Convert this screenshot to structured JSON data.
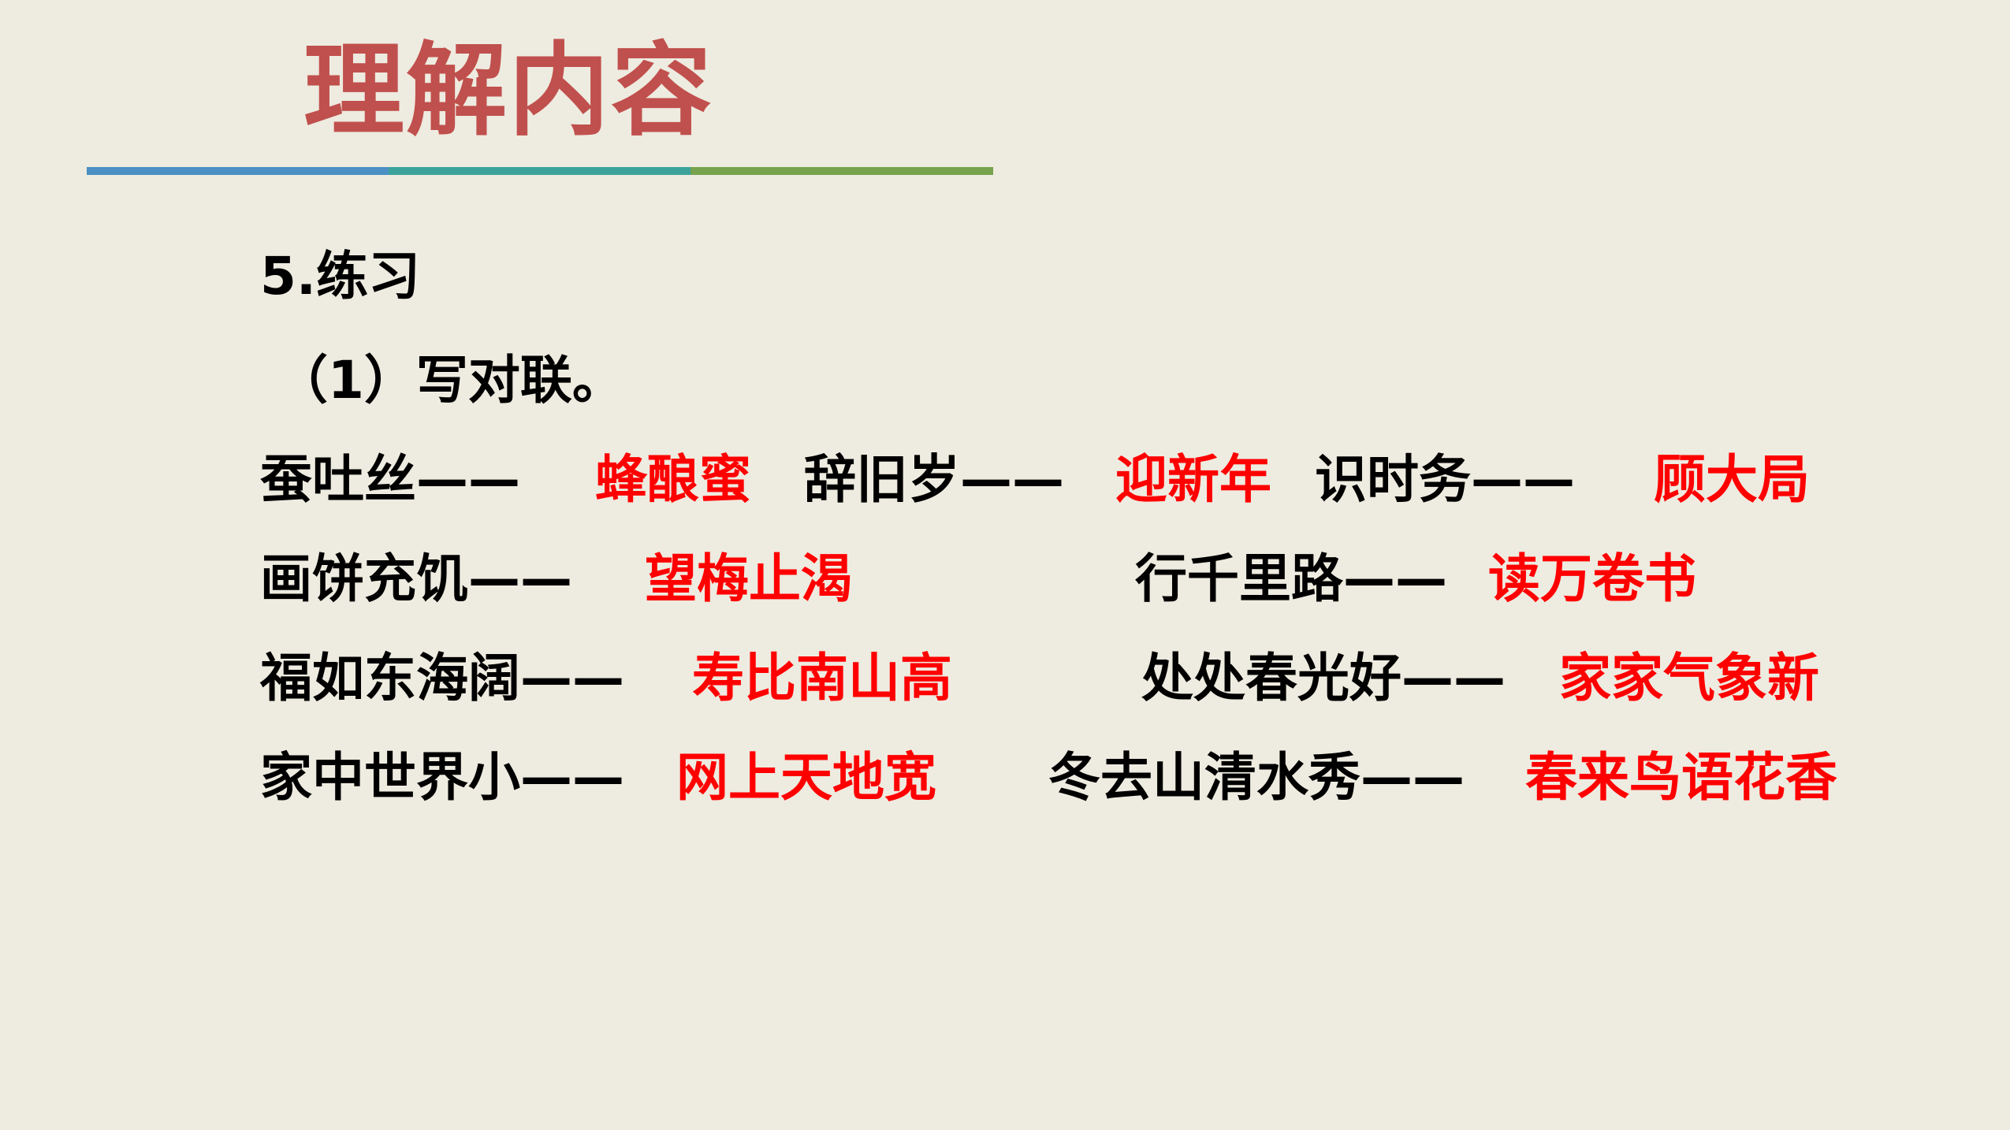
{
  "title": "理解内容",
  "section": "5.练习",
  "subsection": "（1）写对联。",
  "couplets": [
    {
      "q": "蚕吐丝——",
      "a": "蜂酿蜜"
    },
    {
      "q": "辞旧岁——",
      "a": "迎新年"
    },
    {
      "q": "识时务——",
      "a": "顾大局"
    },
    {
      "q": "画饼充饥——",
      "a": "望梅止渴"
    },
    {
      "q": "行千里路——",
      "a": "读万卷书"
    },
    {
      "q": "福如东海阔——",
      "a": "寿比南山高"
    },
    {
      "q": "处处春光好——",
      "a": "家家气象新"
    },
    {
      "q": "家中世界小——",
      "a": "网上天地宽"
    },
    {
      "q": "冬去山清水秀——",
      "a": "春来鸟语花香"
    }
  ],
  "colors": {
    "background": "#EEEBE0",
    "title": "#C0504D",
    "answer": "#FF0000",
    "rule": [
      "#4A90C4",
      "#3CA39C",
      "#77A24E"
    ]
  }
}
